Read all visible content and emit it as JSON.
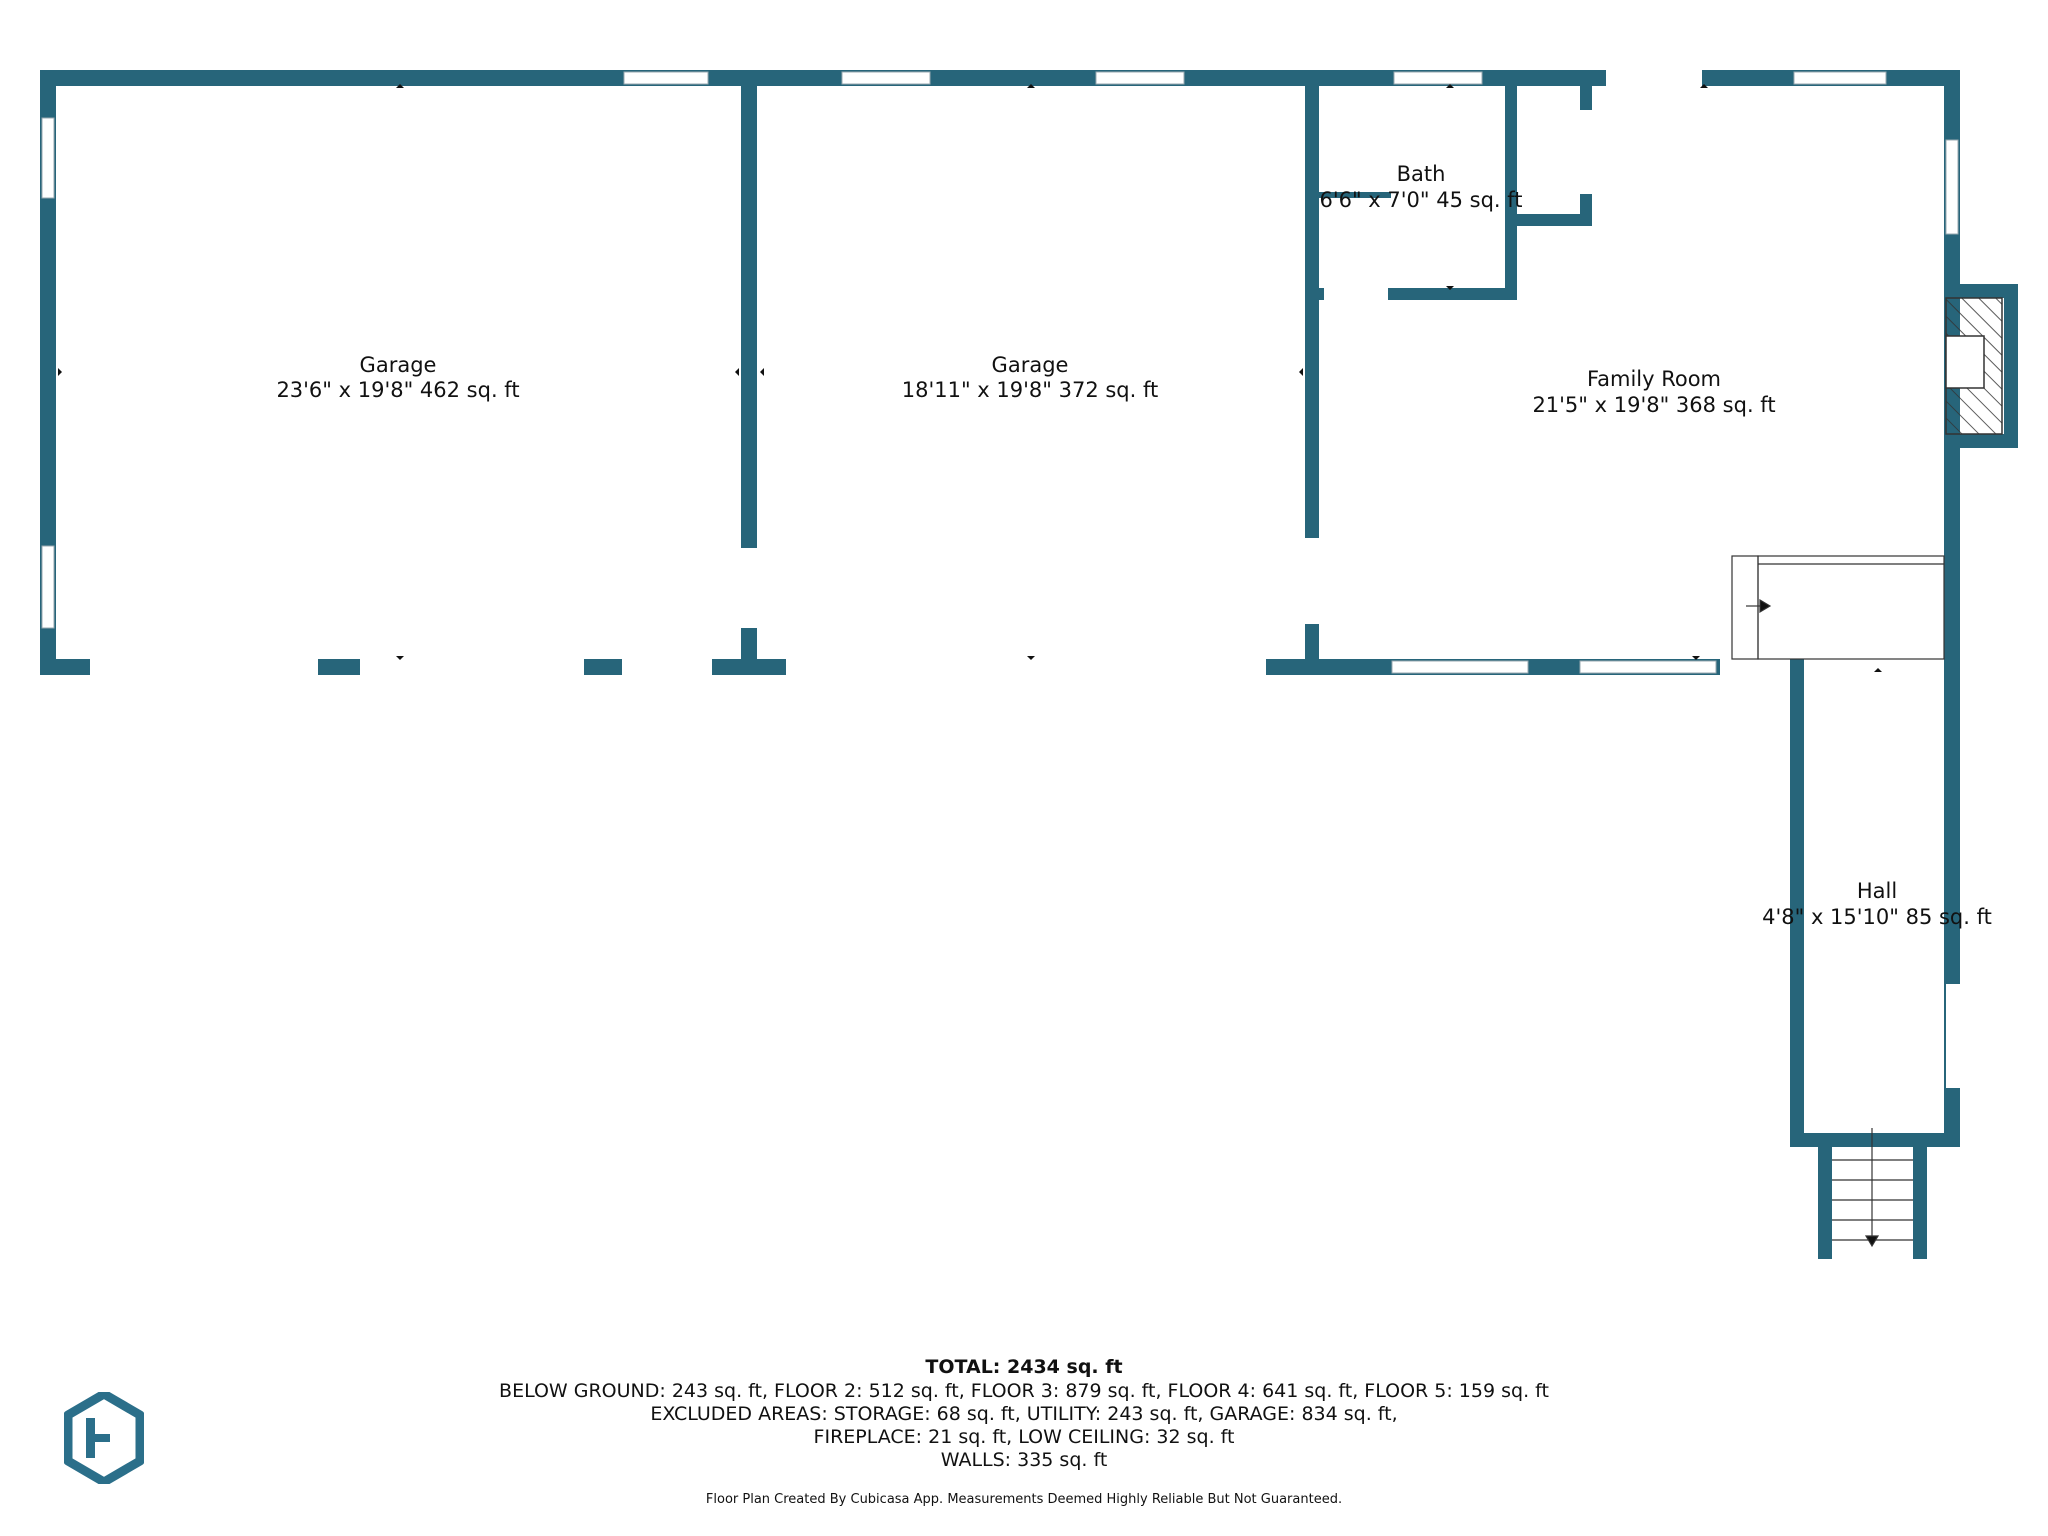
{
  "rooms": [
    {
      "name": "Garage",
      "dims": "23'6\" x 19'8\" 462 sq. ft"
    },
    {
      "name": "Garage",
      "dims": "18'11\" x 19'8\" 372 sq. ft"
    },
    {
      "name": "Bath",
      "dims": "6'6\" x 7'0\" 45 sq. ft"
    },
    {
      "name": "Family Room",
      "dims": "21'5\" x 19'8\" 368 sq. ft"
    },
    {
      "name": "Hall",
      "dims": "4'8\" x 15'10\" 85 sq. ft"
    }
  ],
  "summary": {
    "total": "TOTAL: 2434 sq. ft",
    "line1": "BELOW GROUND: 243 sq. ft, FLOOR 2: 512 sq. ft, FLOOR 3: 879 sq. ft, FLOOR 4: 641 sq. ft, FLOOR 5: 159 sq. ft",
    "line2": "EXCLUDED AREAS: STORAGE: 68 sq. ft, UTILITY: 243 sq. ft, GARAGE: 834 sq. ft,",
    "line3": "FIREPLACE: 21 sq. ft, LOW CEILING: 32 sq. ft",
    "line4": "WALLS: 335 sq. ft"
  },
  "credit": "Floor Plan Created By Cubicasa App. Measurements Deemed Highly Reliable But Not Guaranteed.",
  "colors": {
    "wall": "#27657a",
    "window": "#ffffff",
    "text": "#111111",
    "logo": "#2b6f8a"
  },
  "icons": {
    "logo": "cubicasa-logo-icon",
    "fireplace": "fireplace-icon",
    "stairs": "stairs-icon"
  }
}
